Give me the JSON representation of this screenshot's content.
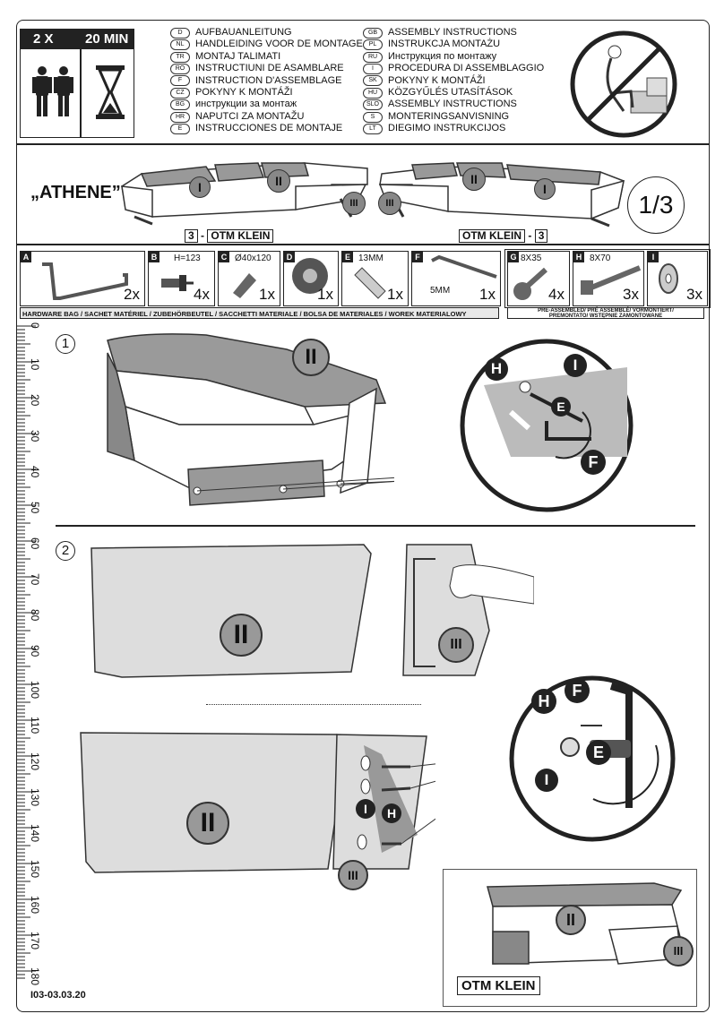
{
  "header": {
    "persons": "2 X",
    "time": "20 MIN"
  },
  "languages_left": [
    {
      "code": "D",
      "text": "AUFBAUANLEITUNG"
    },
    {
      "code": "NL",
      "text": "HANDLEIDING VOOR DE MONTAGE"
    },
    {
      "code": "TR",
      "text": "MONTAJ TALIMATI"
    },
    {
      "code": "RO",
      "text": "INSTRUCTIUNI DE ASAMBLARE"
    },
    {
      "code": "F",
      "text": "INSTRUCTION D'ASSEMBLAGE"
    },
    {
      "code": "CZ",
      "text": "POKYNY K MONTÁŽI"
    },
    {
      "code": "BG",
      "text": "инструкции за монтаж"
    },
    {
      "code": "HR",
      "text": "NAPUTCI ZA MONTAŽU"
    },
    {
      "code": "E",
      "text": "INSTRUCCIONES DE MONTAJE"
    }
  ],
  "languages_right": [
    {
      "code": "GB",
      "text": "ASSEMBLY INSTRUCTIONS"
    },
    {
      "code": "PL",
      "text": "INSTRUKCJA MONTAŻU"
    },
    {
      "code": "RU",
      "text": "Инструкция по монтажу"
    },
    {
      "code": "I",
      "text": "PROCEDURA DI ASSEMBLAGGIO"
    },
    {
      "code": "SK",
      "text": "POKYNY K MONTÁŽI"
    },
    {
      "code": "HU",
      "text": "KÖZGYŰLÉS UTASÍTÁSOK"
    },
    {
      "code": "SLO",
      "text": "ASSEMBLY INSTRUCTIONS"
    },
    {
      "code": "S",
      "text": "MONTERINGSANVISNING"
    },
    {
      "code": "LT",
      "text": "DIEGIMO INSTRUKCIJOS"
    }
  ],
  "product": {
    "name": "„ATHENE”",
    "page": "1/3",
    "left_label_num": "3",
    "left_label_dash": "-",
    "left_label": "OTM KLEIN",
    "right_label": "OTM KLEIN",
    "right_label_dash": "-",
    "right_label_num": "3"
  },
  "hardware": [
    {
      "tag": "A",
      "spec": "",
      "count": "2x"
    },
    {
      "tag": "B",
      "spec": "H=123",
      "count": "4x"
    },
    {
      "tag": "C",
      "spec": "Ø40x120",
      "count": "1x"
    },
    {
      "tag": "D",
      "spec": "",
      "count": "1x"
    },
    {
      "tag": "E",
      "spec": "13MM",
      "count": "1x"
    },
    {
      "tag": "F",
      "spec": "5MM",
      "count": "1x"
    },
    {
      "tag": "G",
      "spec": "8X35",
      "count": "4x"
    },
    {
      "tag": "H",
      "spec": "8X70",
      "count": "3x"
    },
    {
      "tag": "I",
      "spec": "",
      "count": "3x"
    }
  ],
  "hardware_bag_label": "HARDWARE BAG / SACHET MATÉRIEL / ZUBEHÖRBEUTEL / SACCHETTI MATERIALE / BOLSA DE MATERIALES / WOREK MATERIALOWY",
  "preassembled_label_1": "PRE-ASSEMBLED/ PRÉ ASSEMBLÉ/ VORMONTIERT/",
  "preassembled_label_2": "PREMONTATO/ WSTĘPNIE ZAMONTOWANE",
  "ruler": [
    "0",
    "10",
    "20",
    "30",
    "40",
    "50",
    "60",
    "70",
    "80",
    "90",
    "100",
    "110",
    "120",
    "130",
    "140",
    "150",
    "160",
    "170",
    "180"
  ],
  "steps": [
    "1",
    "2"
  ],
  "labels": {
    "I": "I",
    "II": "II",
    "III": "III",
    "E": "E",
    "F": "F",
    "H": "H"
  },
  "bottom_label": "OTM KLEIN",
  "doc_code": "I03-03.03.20"
}
